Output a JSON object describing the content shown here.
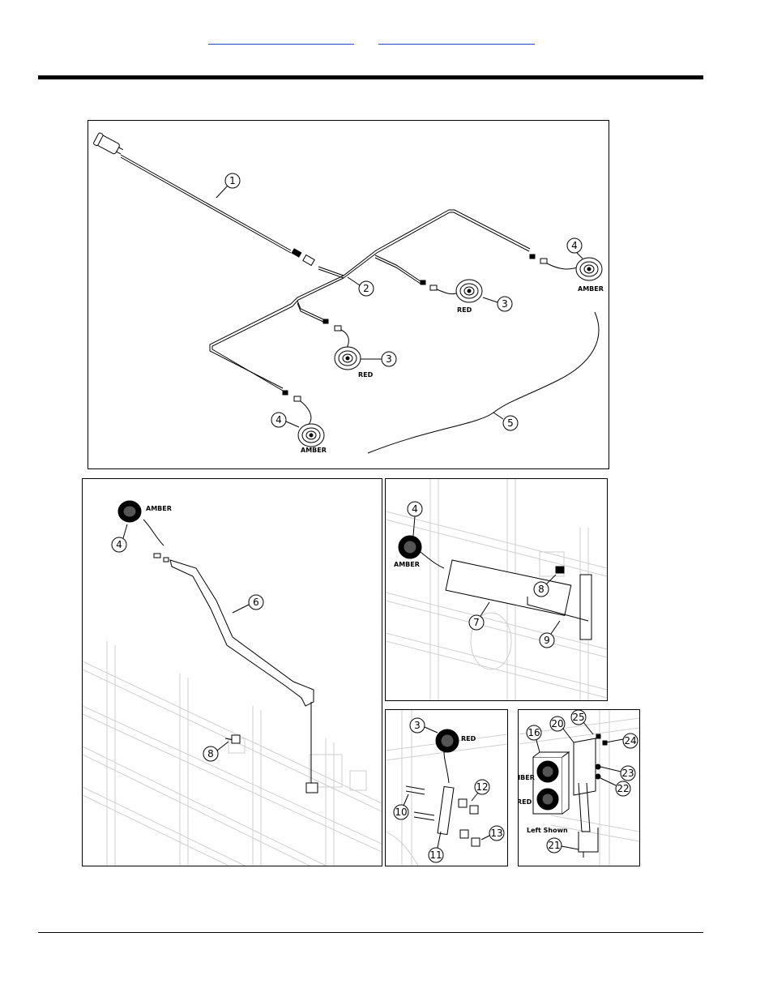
{
  "links": {
    "left_link_text": "",
    "right_link_text": ""
  },
  "color_scheme": {
    "ink": "#000000",
    "link": "#2b3fd0",
    "frame": "#cfcfcf"
  },
  "callouts": {
    "c1": "1",
    "c2": "2",
    "c3a": "3",
    "c3b": "3",
    "c4a": "4",
    "c4b": "4",
    "c5": "5",
    "c4c": "4",
    "c6": "6",
    "c8a": "8",
    "c4d": "4",
    "c7": "7",
    "c8b": "8",
    "c9": "9",
    "c3c": "3",
    "c10": "10",
    "c11": "11",
    "c12": "12",
    "c13": "13",
    "c16": "16",
    "c20": "20",
    "c21": "21",
    "c22": "22",
    "c23": "23",
    "c24": "24",
    "c25": "25"
  },
  "labels": {
    "amber_1": "AMBER",
    "red_1": "RED",
    "red_2": "RED",
    "amber_2": "AMBER",
    "amber_3": "AMBER",
    "amber_4": "AMBER",
    "red_3": "RED",
    "amber_5": "AMBER",
    "red_5": "RED",
    "left_shown": "Left Shown"
  }
}
